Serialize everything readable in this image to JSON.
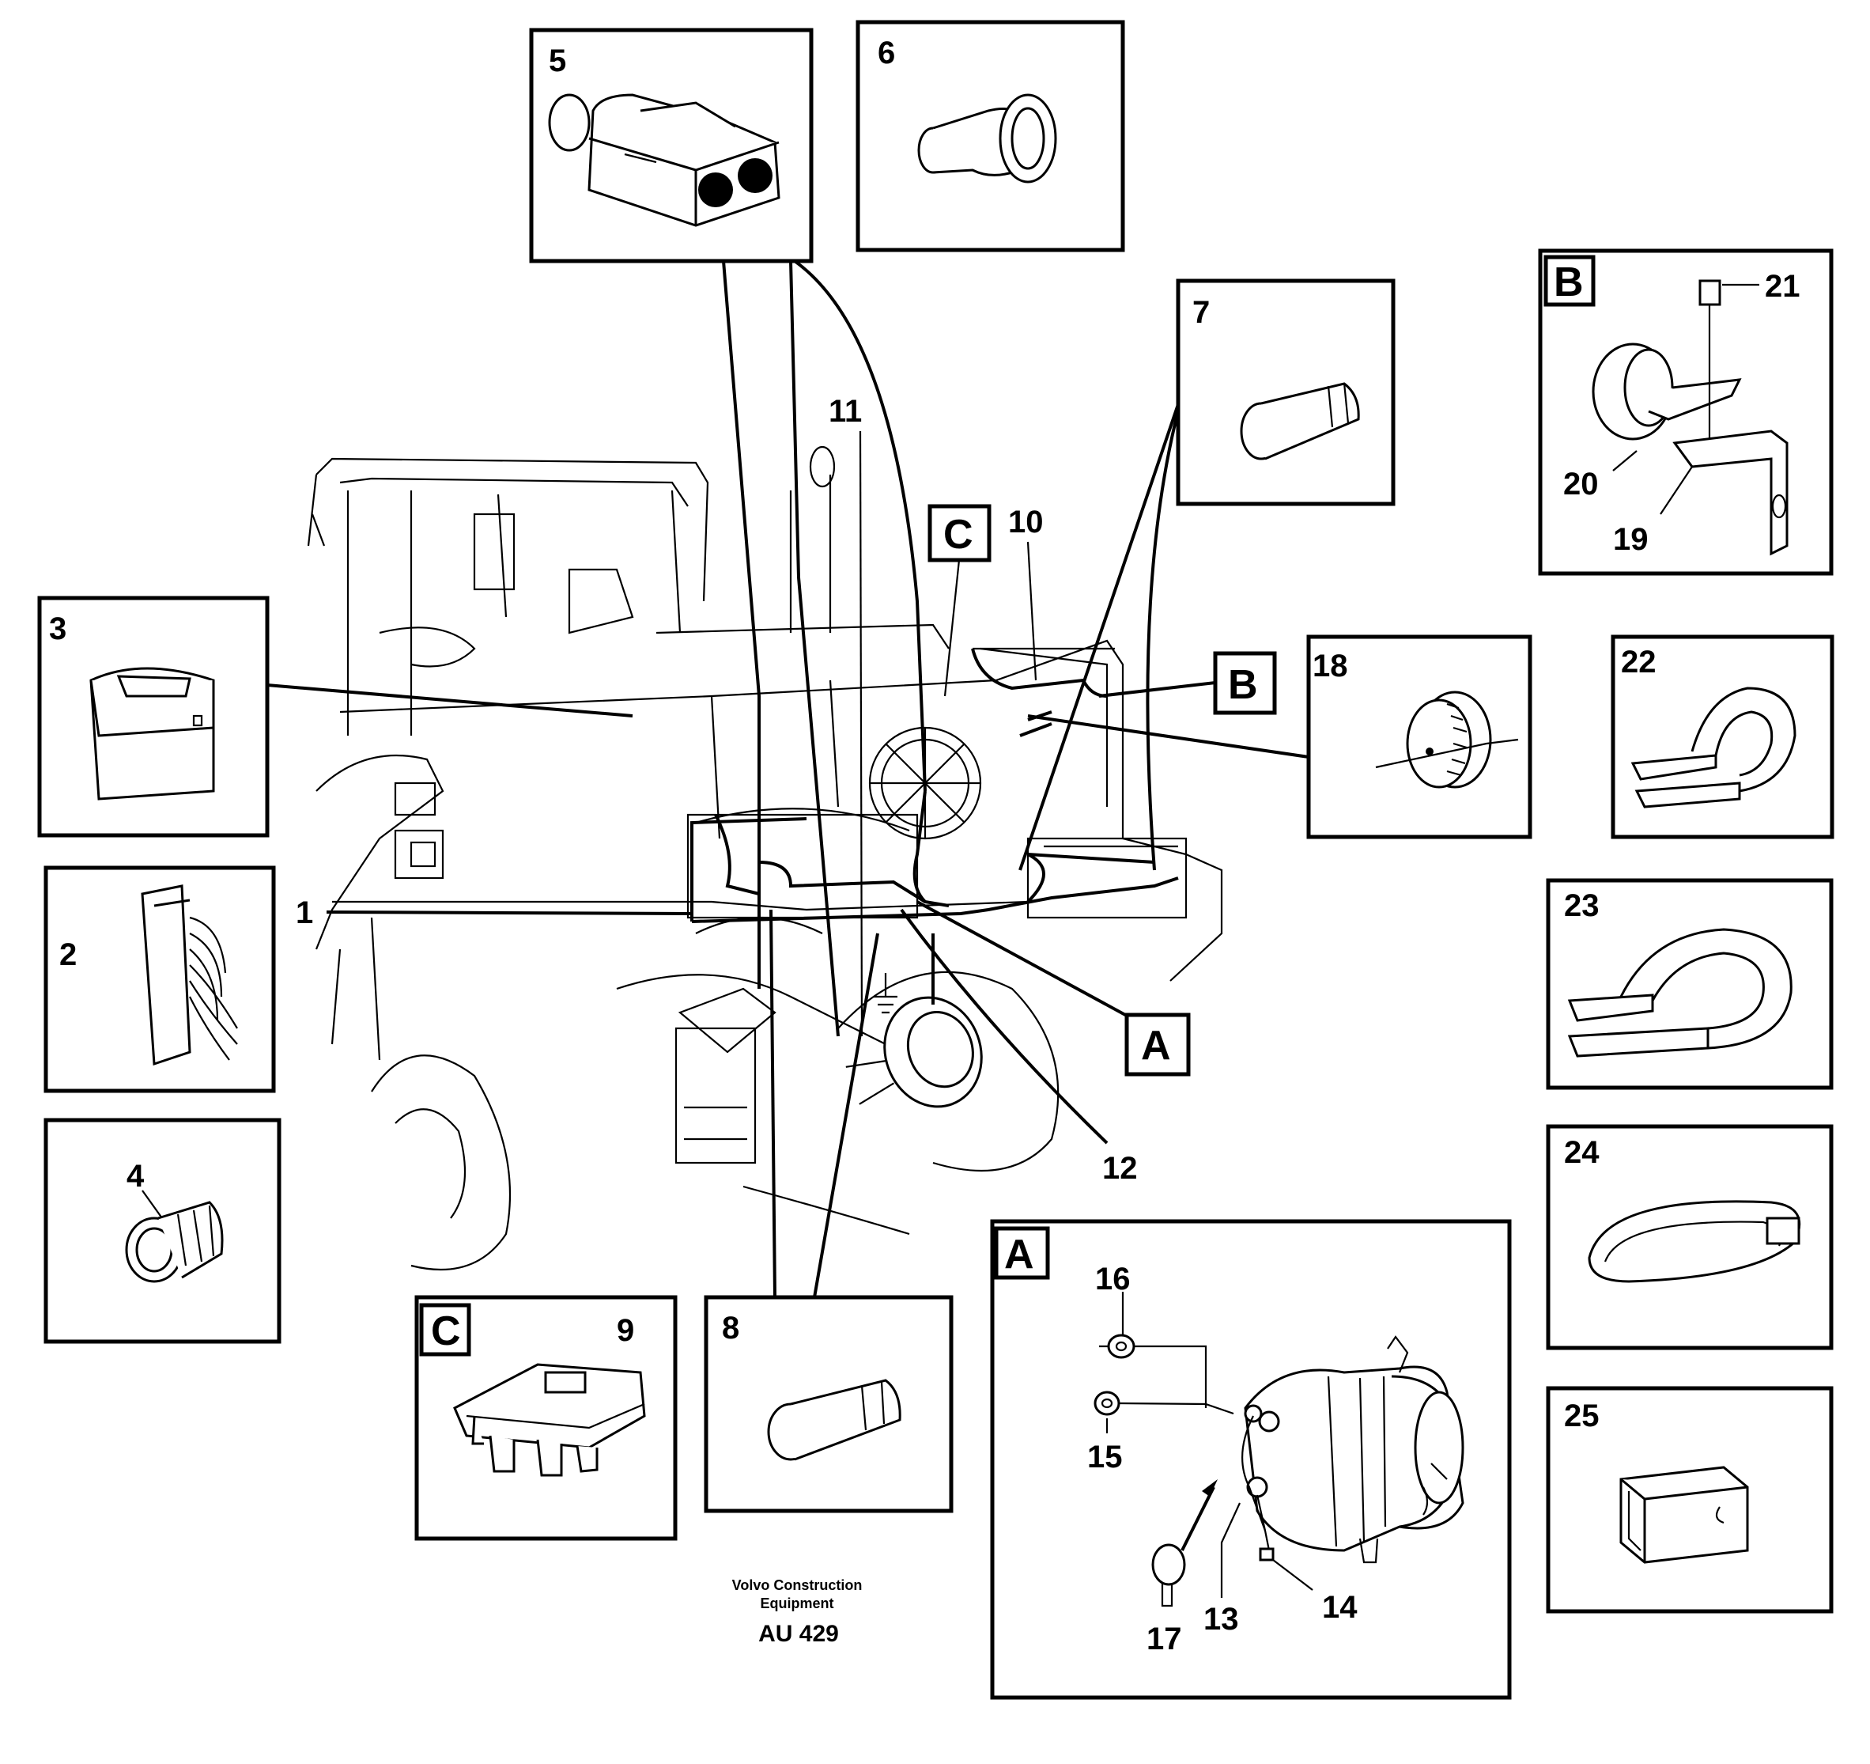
{
  "callouts": {
    "c1": "1",
    "c2": "2",
    "c3": "3",
    "c4": "4",
    "c5": "5",
    "c6": "6",
    "c7": "7",
    "c8": "8",
    "c9": "9",
    "c10": "10",
    "c11": "11",
    "c12": "12",
    "c13": "13",
    "c14": "14",
    "c15": "15",
    "c16": "16",
    "c17": "17",
    "c18": "18",
    "c19": "19",
    "c20": "20",
    "c21": "21",
    "c22": "22",
    "c23": "23",
    "c24": "24",
    "c25": "25"
  },
  "detail_tags": {
    "a": "A",
    "b": "B",
    "c": "C"
  },
  "footer": {
    "maker_line1": "Volvo Construction",
    "maker_line2": "Equipment",
    "code": "AU 429"
  }
}
